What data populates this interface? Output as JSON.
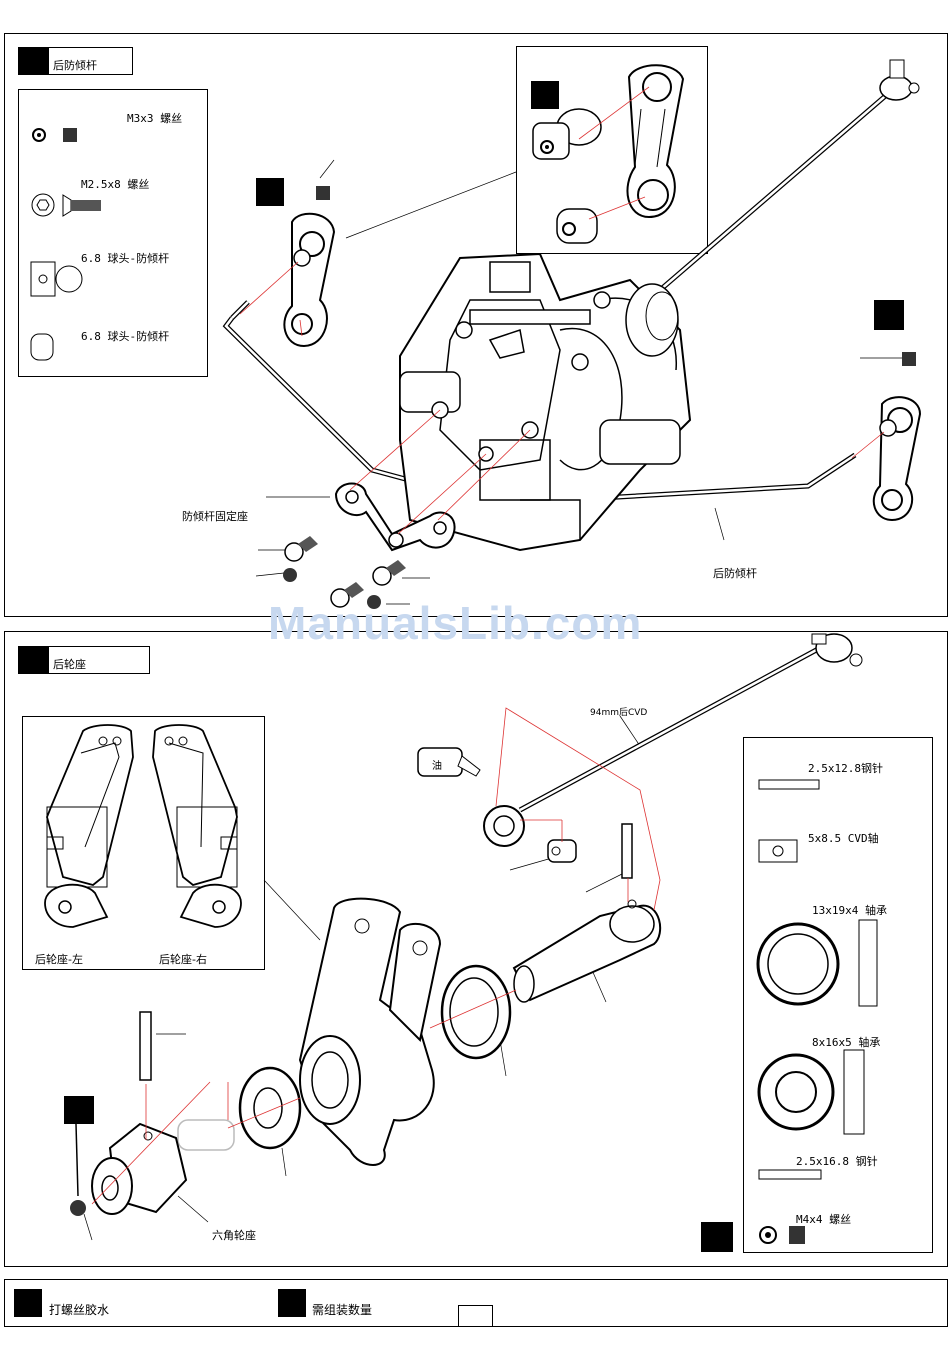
{
  "sections": {
    "top": {
      "header": "后防倾杆",
      "parts": [
        {
          "name": "M3x3 螺丝"
        },
        {
          "name": "M2.5x8 螺丝"
        },
        {
          "name": "6.8 球头-防倾杆"
        },
        {
          "name": "6.8 球头-防倾杆"
        }
      ],
      "callouts": {
        "mount": "防倾杆固定座",
        "bar": "后防倾杆"
      }
    },
    "bottom": {
      "header": "后轮座",
      "inset_labels": [
        "后轮座-左",
        "后轮座-右"
      ],
      "parts": [
        {
          "name": "2.5x12.8钢针"
        },
        {
          "name": "5x8.5 CVD轴"
        },
        {
          "name": "13x19x4 轴承"
        },
        {
          "name": "8x16x5 轴承"
        },
        {
          "name": "2.5x16.8 钢针"
        },
        {
          "name": "M4x4 螺丝"
        }
      ],
      "callouts": {
        "cvd": "94mm后CVD",
        "hex": "六角轮座",
        "oil": "油"
      }
    }
  },
  "legend": {
    "threadlock": "打螺丝胶水",
    "quantity": "需组装数量"
  },
  "watermark": "ManualsLib.com"
}
